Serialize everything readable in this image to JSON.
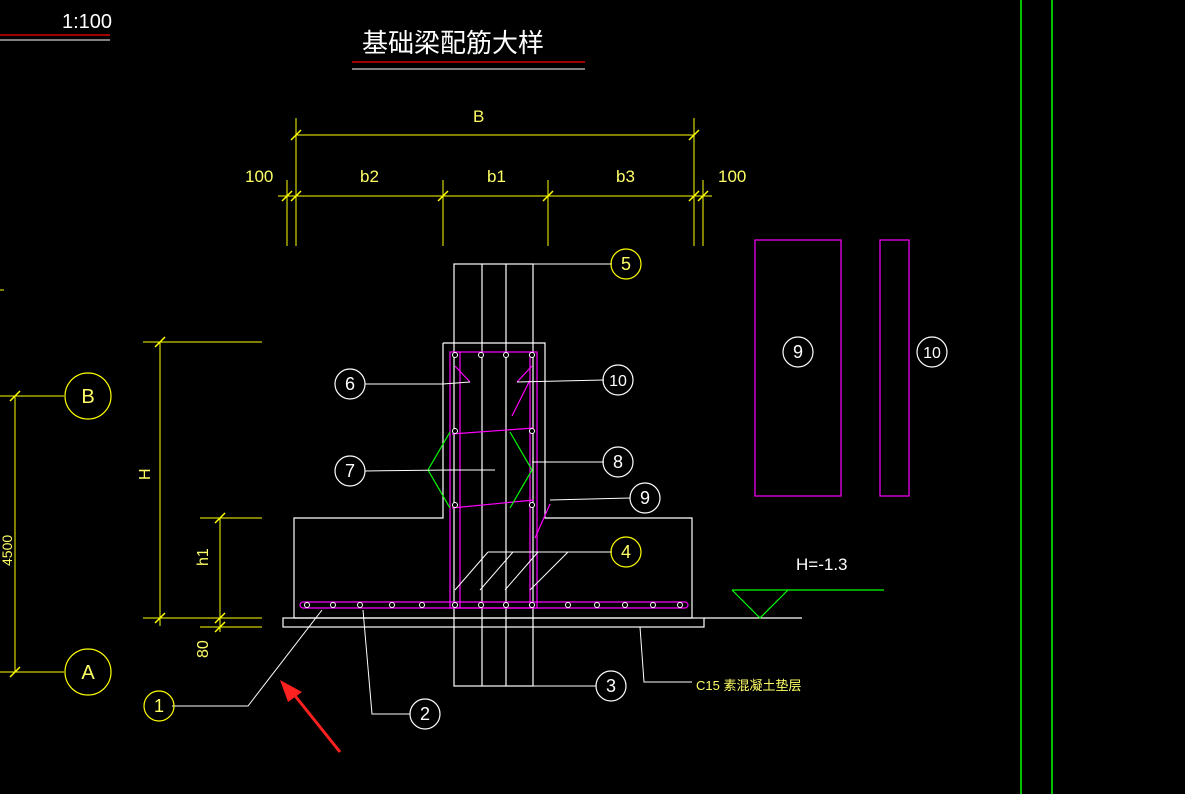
{
  "scale_label": "1:100",
  "title": "基础梁配筋大样",
  "dimensions": {
    "total_width": "B",
    "left_margin": "100",
    "right_margin": "100",
    "seg_b2": "b2",
    "seg_b1": "b1",
    "seg_b3": "b3",
    "height_H": "H",
    "height_h1": "h1",
    "bottom_80": "80",
    "axis_span": "4500"
  },
  "axes": {
    "upper": "B",
    "lower": "A"
  },
  "callouts": [
    "1",
    "2",
    "3",
    "4",
    "5",
    "6",
    "7",
    "8",
    "9",
    "10"
  ],
  "section_labels": {
    "left": "9",
    "right": "10"
  },
  "elevation": "H=-1.3",
  "cushion_label": "C15 素混凝土垫层",
  "colors": {
    "background": "#000000",
    "line_white": "#ffffff",
    "dim_yellow": "#ffff00",
    "text_yellow": "#ffff66",
    "rebar_magenta": "#ff00ff",
    "tie_green": "#00ff00",
    "title_red": "#ff0000",
    "arrow_red": "#ff2020"
  }
}
